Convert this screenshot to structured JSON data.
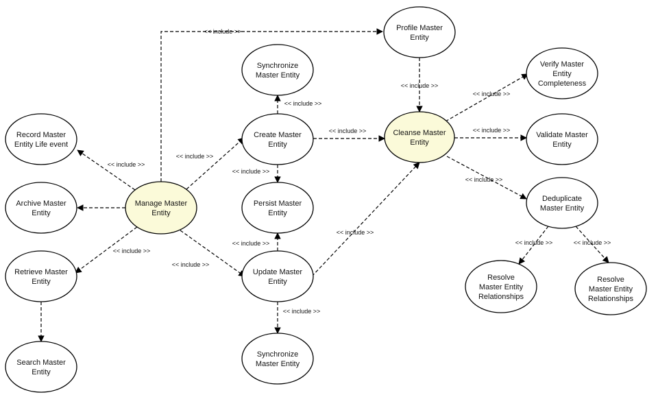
{
  "colors": {
    "node_default": "#ffffff",
    "node_highlight": "#fbfad9",
    "stroke": "#000000"
  },
  "include_label": "<< include >>",
  "nodes": [
    {
      "id": "manage",
      "lines": [
        "Manage Master",
        "Entity"
      ],
      "highlight": true
    },
    {
      "id": "cleanse",
      "lines": [
        "Cleanse Master",
        "Entity"
      ],
      "highlight": true
    },
    {
      "id": "record",
      "lines": [
        "Record Master",
        "Entity Life event"
      ],
      "highlight": false
    },
    {
      "id": "archive",
      "lines": [
        "Archive Master",
        "Entity"
      ],
      "highlight": false
    },
    {
      "id": "retrieve",
      "lines": [
        "Retrieve Master",
        "Entity"
      ],
      "highlight": false
    },
    {
      "id": "search",
      "lines": [
        "Search Master",
        "Entity"
      ],
      "highlight": false
    },
    {
      "id": "sync_top",
      "lines": [
        "Synchronize",
        "Master Entity"
      ],
      "highlight": false
    },
    {
      "id": "create",
      "lines": [
        "Create Master",
        "Entity"
      ],
      "highlight": false
    },
    {
      "id": "persist",
      "lines": [
        "Persist Master",
        "Entity"
      ],
      "highlight": false
    },
    {
      "id": "update",
      "lines": [
        "Update  Master",
        "Entity"
      ],
      "highlight": false
    },
    {
      "id": "sync_bottom",
      "lines": [
        "Synchronize",
        "Master Entity"
      ],
      "highlight": false
    },
    {
      "id": "profile",
      "lines": [
        "Profile  Master",
        "Entity"
      ],
      "highlight": false
    },
    {
      "id": "verify",
      "lines": [
        "Verify Master",
        "Entity",
        "Completeness"
      ],
      "highlight": false
    },
    {
      "id": "validate",
      "lines": [
        "Validate Master",
        "Entity"
      ],
      "highlight": false
    },
    {
      "id": "dedup",
      "lines": [
        "Deduplicate",
        "Master Entity"
      ],
      "highlight": false
    },
    {
      "id": "resolve1",
      "lines": [
        "Resolve",
        "Master Entity",
        "Relationships"
      ],
      "highlight": false
    },
    {
      "id": "resolve2",
      "lines": [
        "Resolve",
        "Master Entity",
        "Relationships"
      ],
      "highlight": false
    }
  ],
  "edges": [
    {
      "from": "manage",
      "to": "profile",
      "labeled": true
    },
    {
      "from": "manage",
      "to": "record",
      "labeled": true
    },
    {
      "from": "manage",
      "to": "archive",
      "labeled": false
    },
    {
      "from": "manage",
      "to": "retrieve",
      "labeled": true
    },
    {
      "from": "manage",
      "to": "create",
      "labeled": true
    },
    {
      "from": "manage",
      "to": "update",
      "labeled": true
    },
    {
      "from": "retrieve",
      "to": "search",
      "labeled": false
    },
    {
      "from": "create",
      "to": "sync_top",
      "labeled": true
    },
    {
      "from": "create",
      "to": "persist",
      "labeled": true
    },
    {
      "from": "create",
      "to": "cleanse",
      "labeled": true
    },
    {
      "from": "update",
      "to": "persist",
      "labeled": true
    },
    {
      "from": "update",
      "to": "sync_bottom",
      "labeled": true
    },
    {
      "from": "update",
      "to": "cleanse",
      "labeled": true
    },
    {
      "from": "profile",
      "to": "cleanse",
      "labeled": true
    },
    {
      "from": "cleanse",
      "to": "verify",
      "labeled": true
    },
    {
      "from": "cleanse",
      "to": "validate",
      "labeled": true
    },
    {
      "from": "cleanse",
      "to": "dedup",
      "labeled": true
    },
    {
      "from": "dedup",
      "to": "resolve1",
      "labeled": true
    },
    {
      "from": "dedup",
      "to": "resolve2",
      "labeled": true
    }
  ]
}
